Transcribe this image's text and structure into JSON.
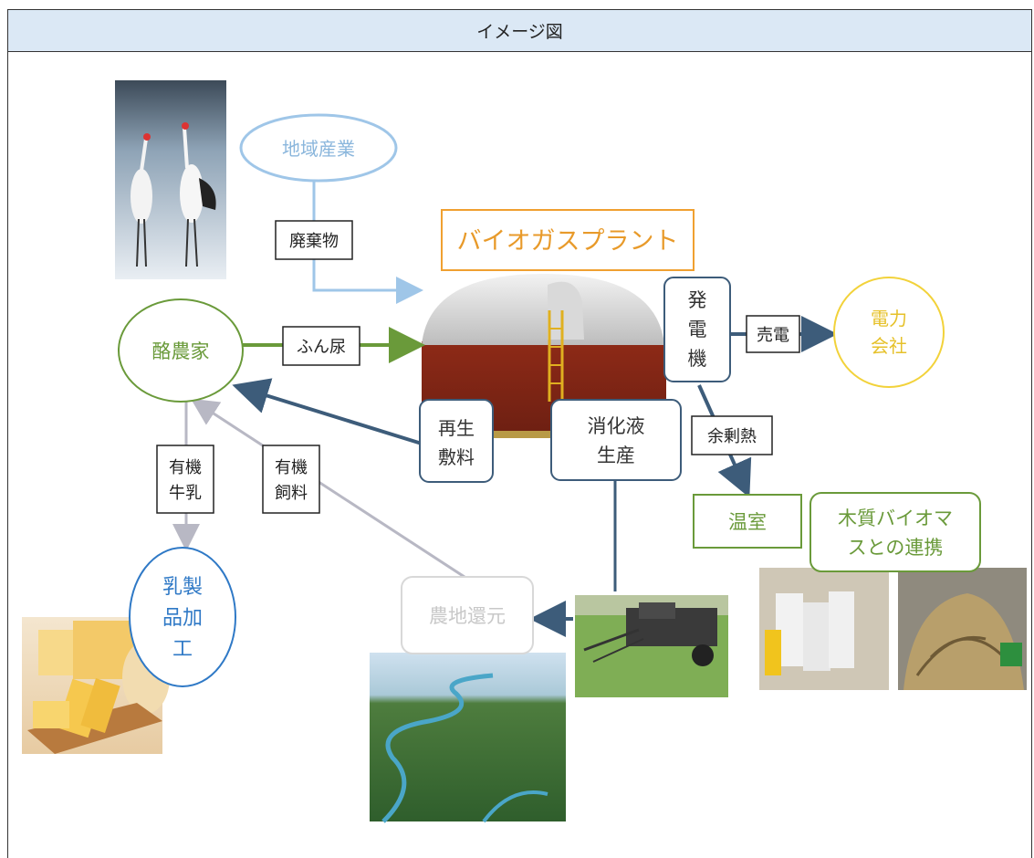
{
  "header": {
    "title": "イメージ図"
  },
  "nodes": {
    "regional_industry": "地域産業",
    "biogas_plant": "バイオガスプラント",
    "dairy_farmer": "酪農家",
    "generator": [
      "発",
      "電",
      "機"
    ],
    "power_company": [
      "電力",
      "会社"
    ],
    "recycled_bedding": [
      "再生",
      "敷料"
    ],
    "digestate_production": [
      "消化液",
      "生産"
    ],
    "greenhouse": "温室",
    "woody_biomass": [
      "木質バイオマ",
      "スとの連携"
    ],
    "dairy_processing": [
      "乳製",
      "品加",
      "工"
    ],
    "farmland_return": "農地還元"
  },
  "edge_labels": {
    "waste": "廃棄物",
    "manure": "ふん尿",
    "power_sale": "売電",
    "surplus_heat": "余剰熱",
    "organic_milk": [
      "有機",
      "牛乳"
    ],
    "organic_feed": [
      "有機",
      "飼料"
    ]
  },
  "colors": {
    "header_bg": "#dbe8f5",
    "blue_light": "#9fc6e8",
    "green": "#6a9a3a",
    "orange": "#f0a030",
    "yellow": "#f2d23a",
    "dark_blue": "#3d5c7a",
    "dairy_blue": "#2f79c6",
    "grey_arrow": "#b8b8c4"
  }
}
